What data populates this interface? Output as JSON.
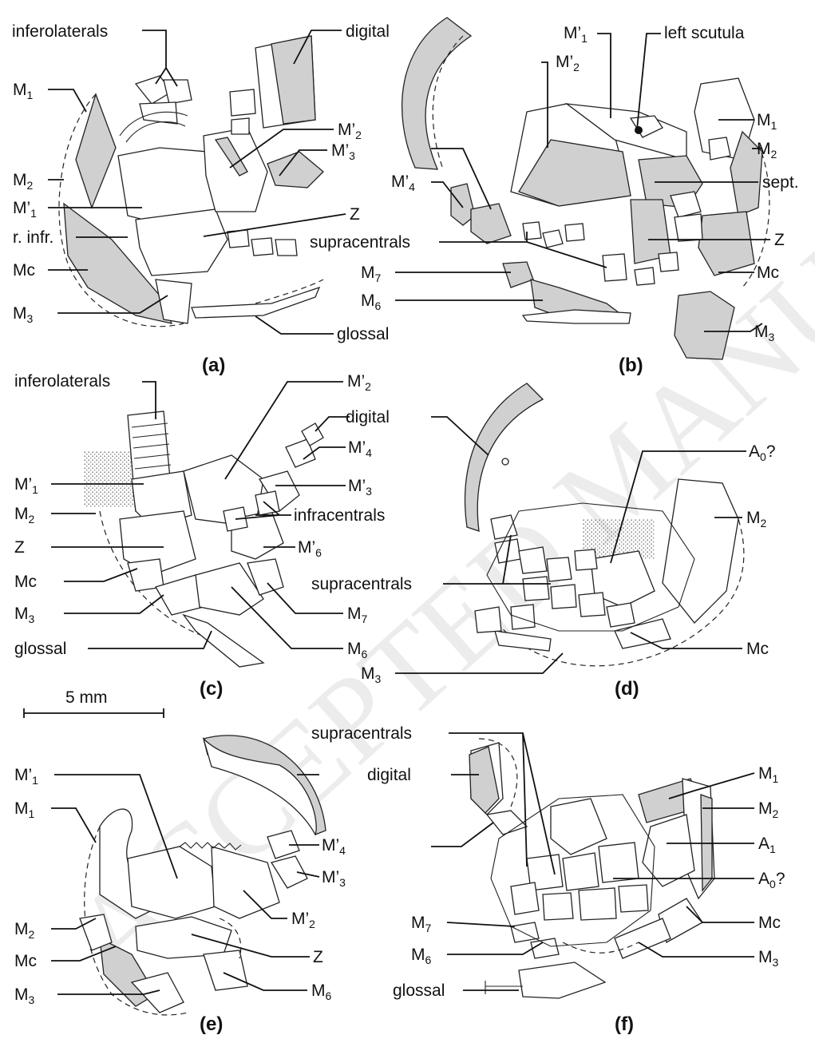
{
  "watermark": "ACCEPTED MANUSCRIPT",
  "panels": {
    "a": {
      "label": "(a)",
      "labels": {
        "inferolaterals": "inferolaterals",
        "digital": "digital",
        "m1": "M",
        "m1_sub": "1",
        "m2": "M",
        "m2_sub": "2",
        "mp1": "M’",
        "mp1_sub": "1",
        "r_infr": "r. infr.",
        "mc": "Mc",
        "m3": "M",
        "m3_sub": "3",
        "mp2": "M’",
        "mp2_sub": "2",
        "mp3": "M’",
        "mp3_sub": "3",
        "z": "Z",
        "glossal": "glossal"
      }
    },
    "b": {
      "label": "(b)",
      "labels": {
        "mp1": "M’",
        "mp1_sub": "1",
        "left_scutula": "left scutula",
        "mp2": "M’",
        "mp2_sub": "2",
        "m1": "M",
        "m1_sub": "1",
        "m2": "M",
        "m2_sub": "2",
        "mp4": "M’",
        "mp4_sub": "4",
        "sept": "sept.",
        "supracentrals": "supracentrals",
        "z": "Z",
        "m7": "M",
        "m7_sub": "7",
        "mc": "Mc",
        "m6": "M",
        "m6_sub": "6",
        "m3": "M",
        "m3_sub": "3"
      }
    },
    "c": {
      "label": "(c)",
      "labels": {
        "inferolaterals": "inferolaterals",
        "mp2": "M’",
        "mp2_sub": "2",
        "mp1": "M’",
        "mp1_sub": "1",
        "m2": "M",
        "m2_sub": "2",
        "z": "Z",
        "mc": "Mc",
        "m3": "M",
        "m3_sub": "3",
        "glossal": "glossal",
        "mp4": "M’",
        "mp4_sub": "4",
        "mp3": "M’",
        "mp3_sub": "3",
        "infracentrals": "infracentrals",
        "mp6": "M’",
        "mp6_sub": "6",
        "m7": "M",
        "m7_sub": "7",
        "m6": "M",
        "m6_sub": "6"
      }
    },
    "d": {
      "label": "(d)",
      "labels": {
        "digital": "digital",
        "a0": "A",
        "a0_sub": "0",
        "a0_q": "?",
        "m2": "M",
        "m2_sub": "2",
        "supracentrals": "supracentrals",
        "mc": "Mc",
        "m3": "M",
        "m3_sub": "3"
      }
    },
    "e": {
      "label": "(e)",
      "labels": {
        "mp1": "M’",
        "mp1_sub": "1",
        "m1": "M",
        "m1_sub": "1",
        "m2": "M",
        "m2_sub": "2",
        "mc": "Mc",
        "m3": "M",
        "m3_sub": "3",
        "digital": "digital",
        "mp4": "M’",
        "mp4_sub": "4",
        "mp3": "M’",
        "mp3_sub": "3",
        "mp2": "M’",
        "mp2_sub": "2",
        "z": "Z",
        "m6": "M",
        "m6_sub": "6"
      }
    },
    "f": {
      "label": "(f)",
      "labels": {
        "supracentrals": "supracentrals",
        "m1": "M",
        "m1_sub": "1",
        "m2": "M",
        "m2_sub": "2",
        "a1": "A",
        "a1_sub": "1",
        "a0": "A",
        "a0_sub": "0",
        "a0_q": "?",
        "m7": "M",
        "m7_sub": "7",
        "mc": "Mc",
        "m6": "M",
        "m6_sub": "6",
        "m3": "M",
        "m3_sub": "3",
        "glossal": "glossal"
      }
    }
  },
  "scale_bar": {
    "label": "5 mm"
  }
}
